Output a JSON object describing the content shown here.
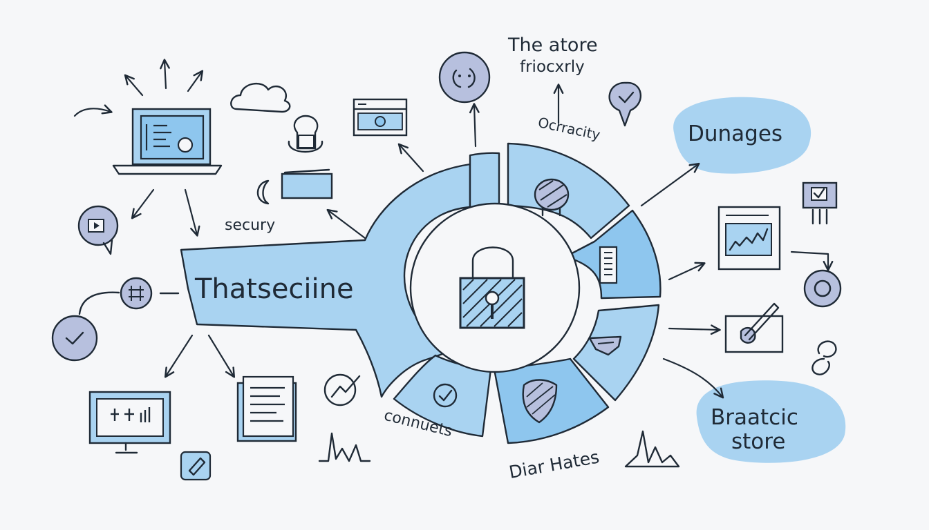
{
  "labels": {
    "main_banner": "Thatseciine",
    "top_title_line1": "The atore",
    "top_title_line2": "friocxrly",
    "arc_label": "Ocrracity",
    "security": "secury",
    "bubble_top": "Dunages",
    "bubble_bottom_line1": "Braatcic",
    "bubble_bottom_line2": "store",
    "bottom_left": "connuets",
    "bottom_right": "Diar Hates"
  },
  "colors": {
    "ink": "#1f2a36",
    "light_blue": "#a9d3f1",
    "mid_blue": "#8ec6ee",
    "lavender": "#b7c0de",
    "background": "#f6f7f9"
  },
  "icons": [
    "laptop-icon",
    "cloud-icon",
    "video-bubble-icon",
    "grid-circle-icon",
    "check-circle-icon",
    "monitor-chart-icon",
    "document-icon",
    "small-check-icon",
    "mini-chart-icon",
    "browser-window-icon",
    "person-desk-icon",
    "moon-icon",
    "smiley-bubble-icon",
    "check-bubble-icon",
    "lock-icon",
    "ring-segment-icon",
    "barcode-icon",
    "check-icon",
    "shield-icon",
    "chip-icon",
    "chart-window-icon",
    "checkbox-icon",
    "ring-icon",
    "pen-checkbox-icon",
    "chain-link-icon",
    "spike-chart-icon"
  ]
}
